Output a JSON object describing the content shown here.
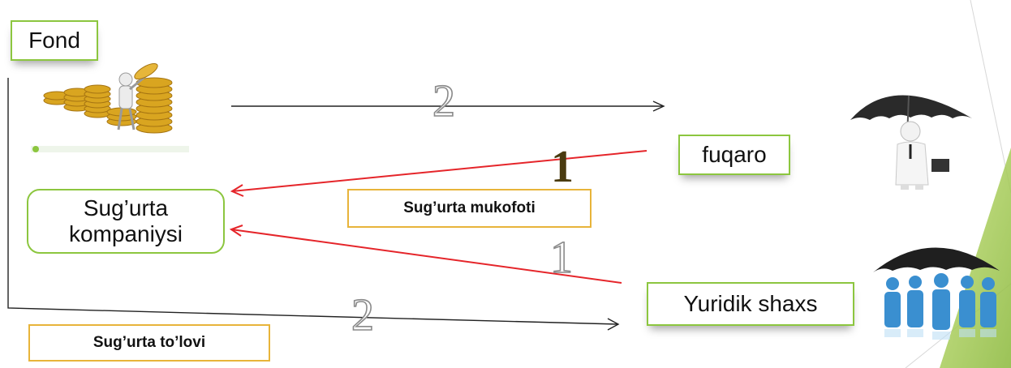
{
  "nodes": {
    "fond": "Fond",
    "company": "Sug’urta kompaniysi",
    "fuqaro": "fuqaro",
    "yuridik": "Yuridik shaxs"
  },
  "labels": {
    "premium": "Sug’urta mukofoti",
    "payment": "Sug’urta to’lovi"
  },
  "step_numbers": {
    "top_arrow": "2",
    "fuqaro_arrow": "1",
    "yuridik_arrow": "1",
    "bottom_arrow": "2"
  },
  "colors": {
    "green_border": "#8cc63f",
    "yellow_border": "#e8b43a",
    "premium_arrows": "#e5252a",
    "payment_arrows": "#222222"
  },
  "icons": [
    "coins-stack-icon",
    "businessman-umbrella-icon",
    "group-umbrella-icon"
  ]
}
